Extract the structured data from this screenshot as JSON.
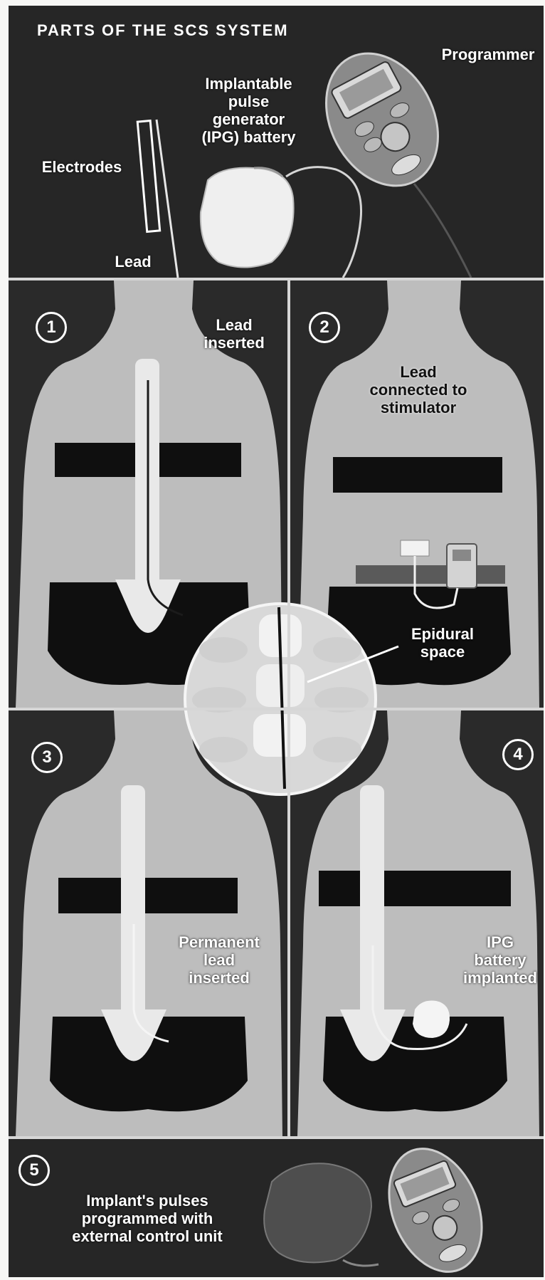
{
  "header": {
    "title": "PARTS OF THE SCS SYSTEM",
    "programmer_label": "Programmer",
    "ipg_label": "Implantable\npulse\ngenerator\n(IPG) battery",
    "electrodes_label": "Electrodes",
    "lead_label": "Lead"
  },
  "steps": [
    {
      "number": "1",
      "caption": "Lead\ninserted"
    },
    {
      "number": "2",
      "caption": "Lead\nconnected to\nstimulator"
    },
    {
      "number": "3",
      "caption": "Permanent\nlead\ninserted"
    },
    {
      "number": "4",
      "caption": "IPG\nbattery\nimplanted"
    },
    {
      "number": "5",
      "caption": "Implant's pulses\nprogrammed with\nexternal control unit"
    }
  ],
  "inset": {
    "label": "Epidural\nspace"
  },
  "colors": {
    "background": "#2b2b2b",
    "skin": "#bdbdbd",
    "bone": "#ebebeb",
    "garment": "#0f0f0f",
    "label": "#ffffff"
  }
}
